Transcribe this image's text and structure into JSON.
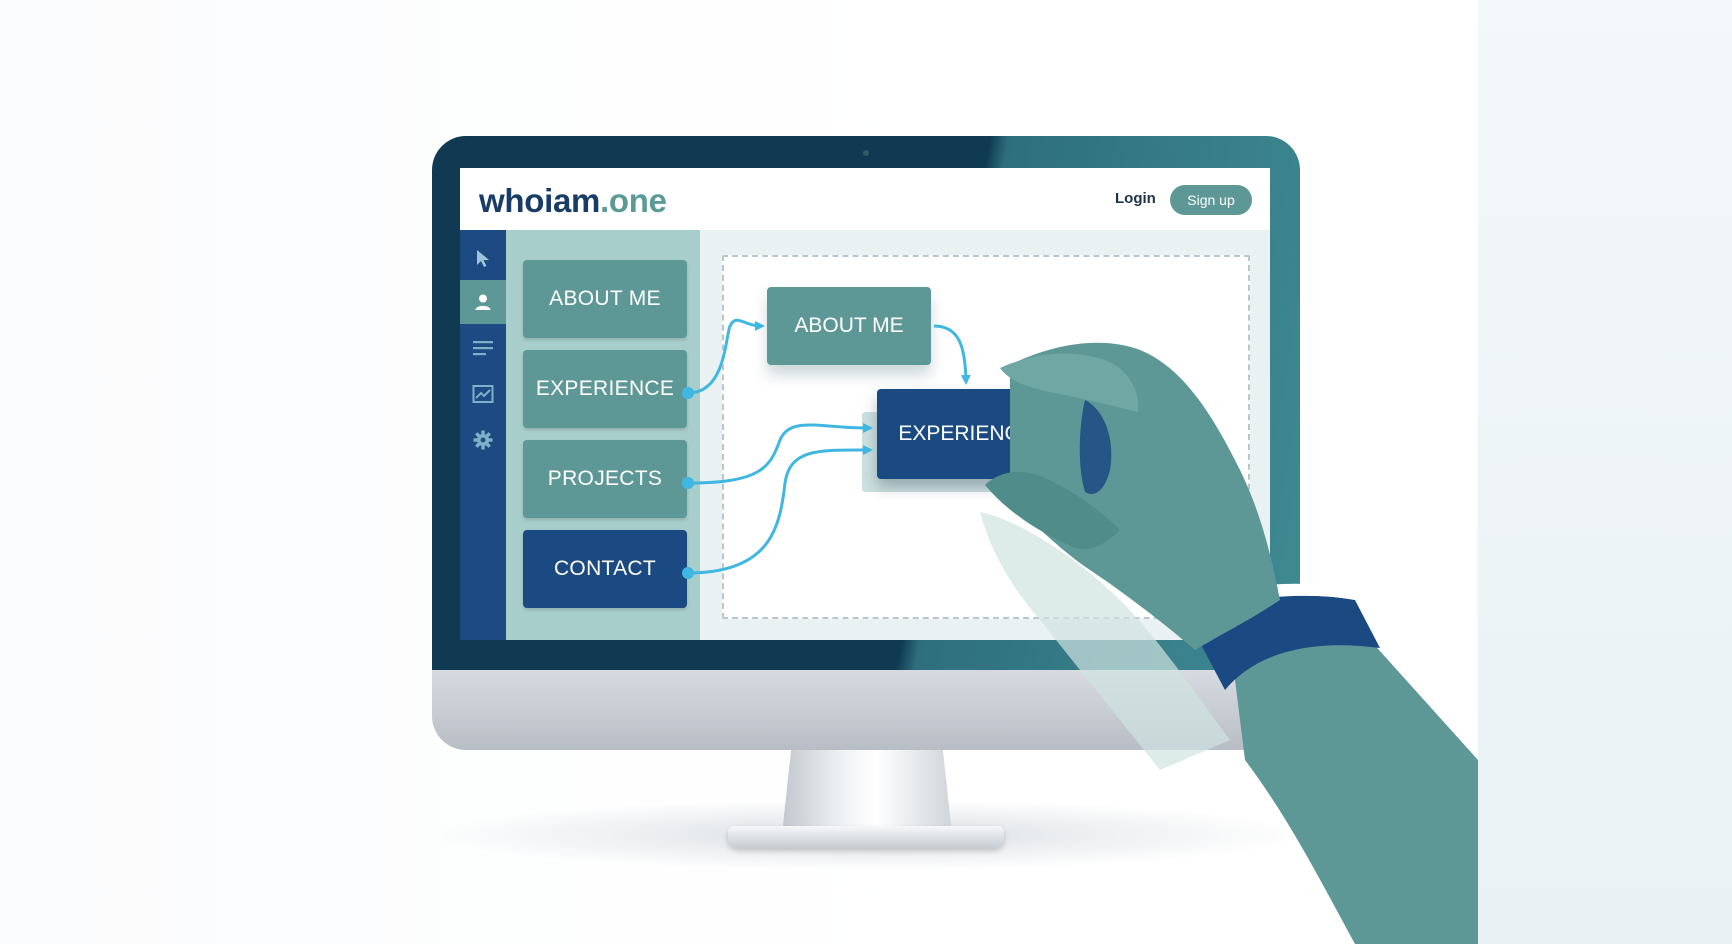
{
  "app": {
    "brand_main": "whoiam",
    "brand_ext": ".one"
  },
  "header": {
    "login_label": "Login",
    "signup_label": "Sign up"
  },
  "toolbar": {
    "icons": [
      "cursor-icon",
      "user-icon",
      "text-lines-icon",
      "chart-icon",
      "gear-icon"
    ],
    "active": "user-icon"
  },
  "library": {
    "items": [
      {
        "label": "ABOUT ME",
        "color": "#5e9896"
      },
      {
        "label": "EXPERIENCE",
        "color": "#5e9896"
      },
      {
        "label": "PROJECTS",
        "color": "#5e9896"
      },
      {
        "label": "CONTACT",
        "color": "#1b4a82"
      }
    ]
  },
  "canvas": {
    "cards": [
      {
        "label": "ABOUT ME",
        "color": "#5e9896"
      },
      {
        "label": "EXPERIENCE",
        "color": "#1b4a82",
        "state": "dragging"
      }
    ]
  },
  "colors": {
    "navy": "#1b4a82",
    "teal": "#5e9896",
    "connector": "#3fb7e0",
    "sidebar_bg": "#a8cecb"
  }
}
